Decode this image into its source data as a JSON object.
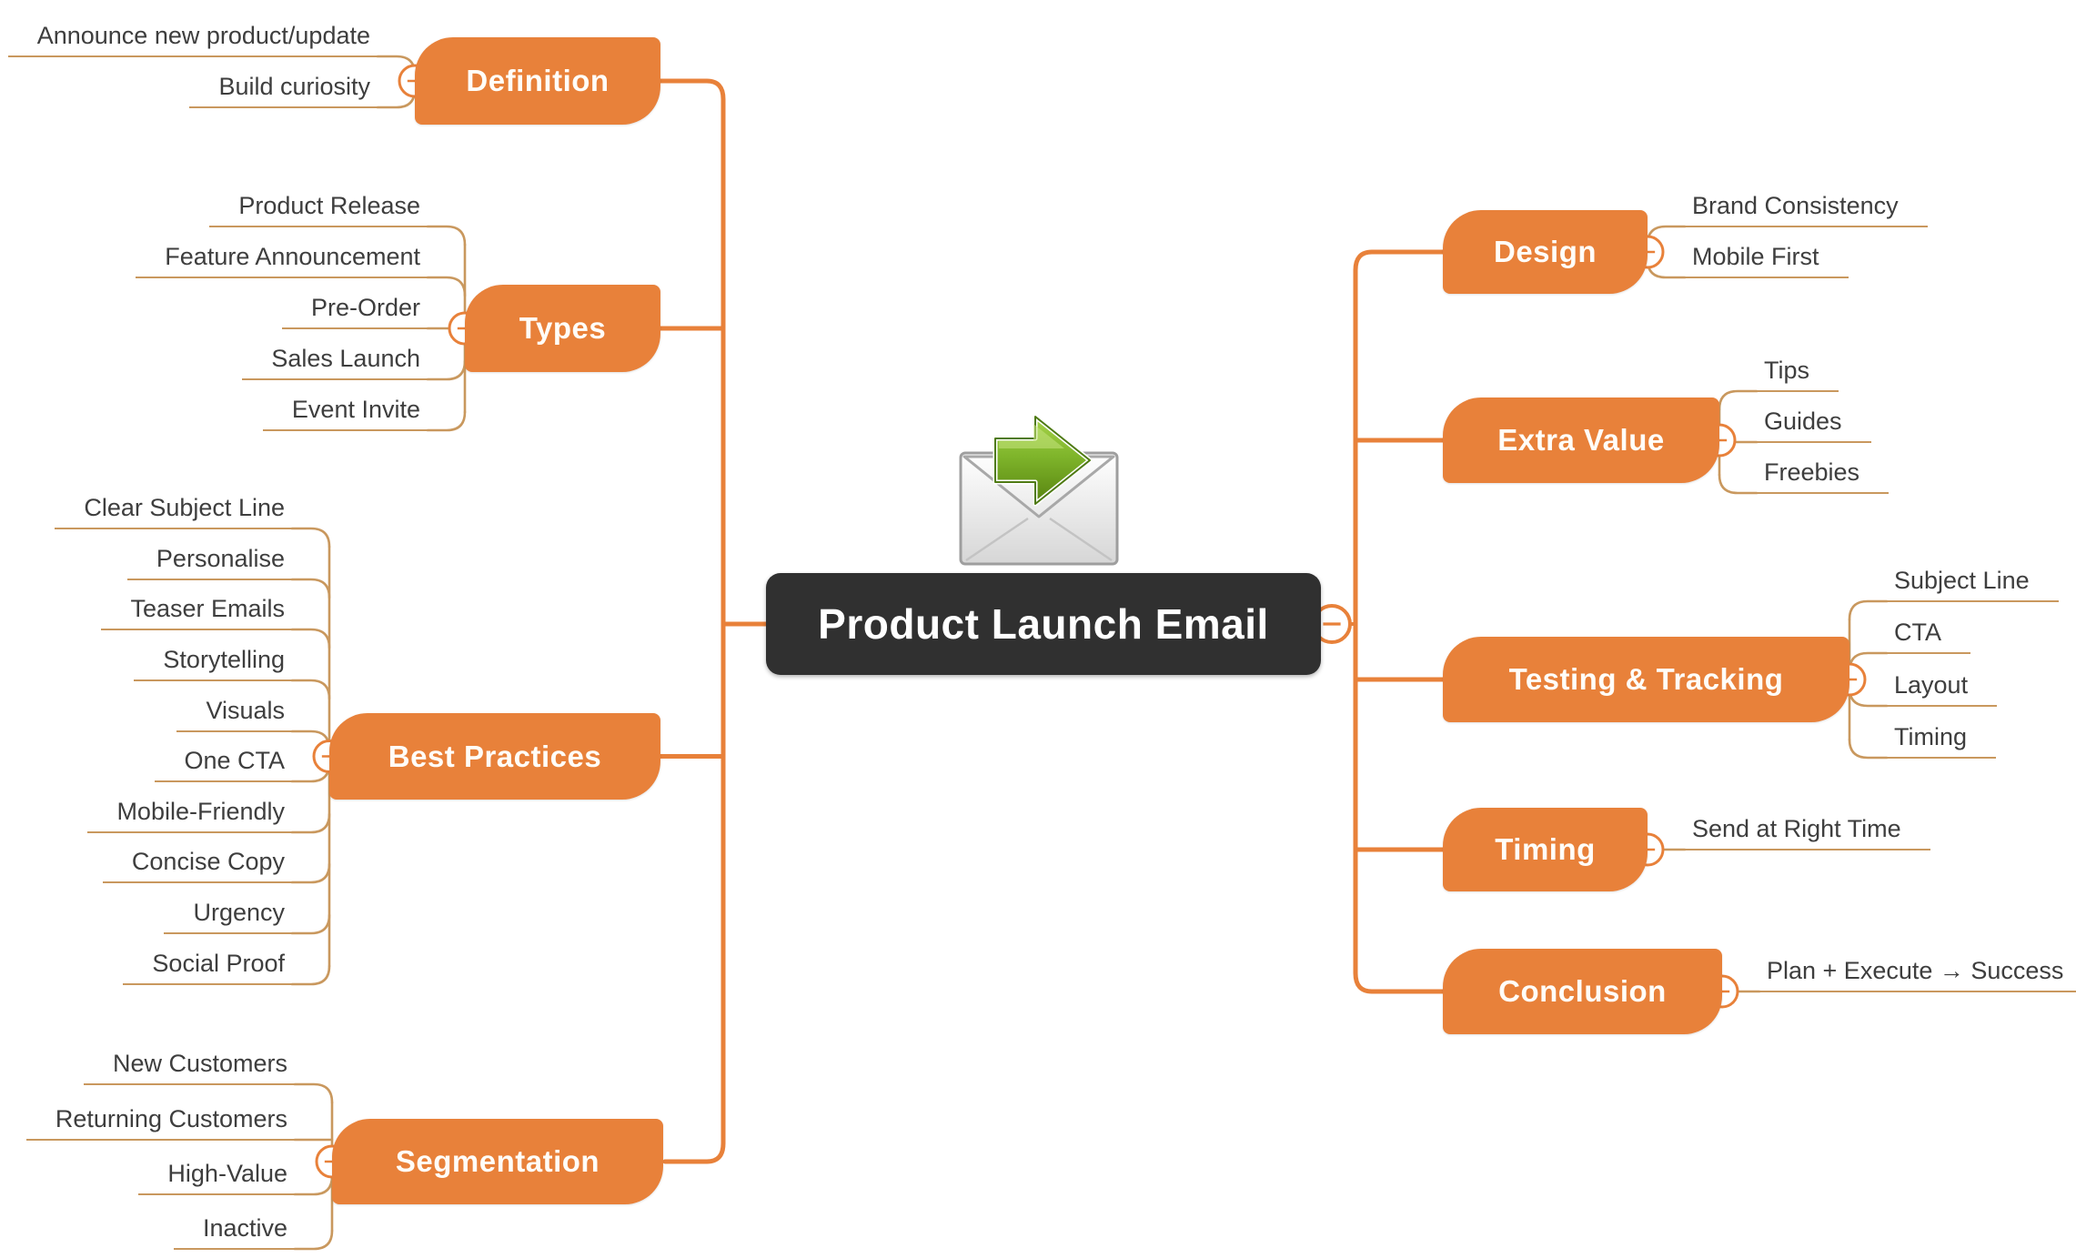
{
  "title": "Product Launch Email mind map",
  "center": {
    "title": "Product Launch Email",
    "icon": "email-send-icon"
  },
  "collapse_icon": "minus",
  "colors": {
    "accent_orange": "#E8813A",
    "child_line_tan": "#C9985E",
    "center_bg": "#303030",
    "label_text": "#3E3E3E",
    "arrow_green": "#76AC1E",
    "envelope_gray": "#D9D9D9"
  },
  "branches_left": [
    {
      "label": "Definition",
      "children": [
        "Announce new product/update",
        "Build curiosity"
      ]
    },
    {
      "label": "Types",
      "children": [
        "Product Release",
        "Feature Announcement",
        "Pre-Order",
        "Sales Launch",
        "Event Invite"
      ]
    },
    {
      "label": "Best Practices",
      "children": [
        "Clear Subject Line",
        "Personalise",
        "Teaser Emails",
        "Storytelling",
        "Visuals",
        "One CTA",
        "Mobile-Friendly",
        "Concise Copy",
        "Urgency",
        "Social Proof"
      ]
    },
    {
      "label": "Segmentation",
      "children": [
        "New Customers",
        "Returning Customers",
        "High-Value",
        "Inactive"
      ]
    }
  ],
  "branches_right": [
    {
      "label": "Design",
      "children": [
        "Brand Consistency",
        "Mobile First"
      ]
    },
    {
      "label": "Extra Value",
      "children": [
        "Tips",
        "Guides",
        "Freebies"
      ]
    },
    {
      "label": "Testing & Tracking",
      "children": [
        "Subject Line",
        "CTA",
        "Layout",
        "Timing"
      ]
    },
    {
      "label": "Timing",
      "children": [
        "Send at Right Time"
      ]
    },
    {
      "label": "Conclusion",
      "children": [
        "Plan + Execute → Success"
      ]
    }
  ]
}
